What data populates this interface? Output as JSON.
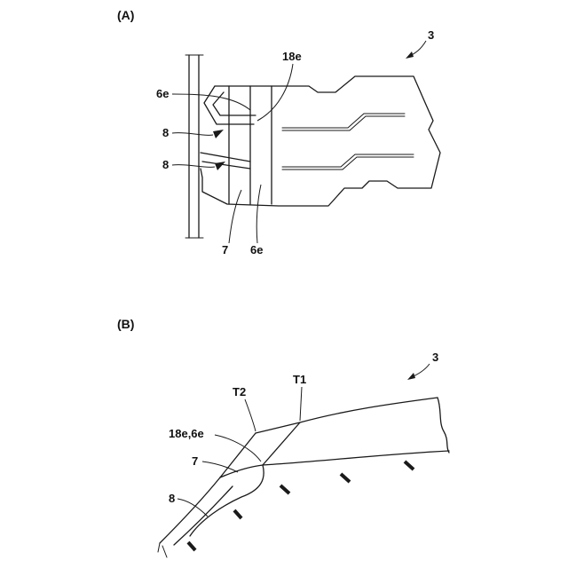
{
  "panels": {
    "a": {
      "label": "(A)",
      "ref_number": "3",
      "labels": {
        "cut_edge_upper": "18e",
        "cut_edge_left": "6e",
        "cut_edge_bottom": "6e",
        "ply_upper": "8",
        "ply_lower": "8",
        "layer": "7"
      }
    },
    "b": {
      "label": "(B)",
      "ref_number": "3",
      "labels": {
        "t1": "T1",
        "t2": "T2",
        "cut_edges": "18e,6e",
        "layer": "7",
        "ply": "8"
      }
    }
  },
  "colors": {
    "ink": "#1a1a1a",
    "paper": "#ffffff"
  }
}
